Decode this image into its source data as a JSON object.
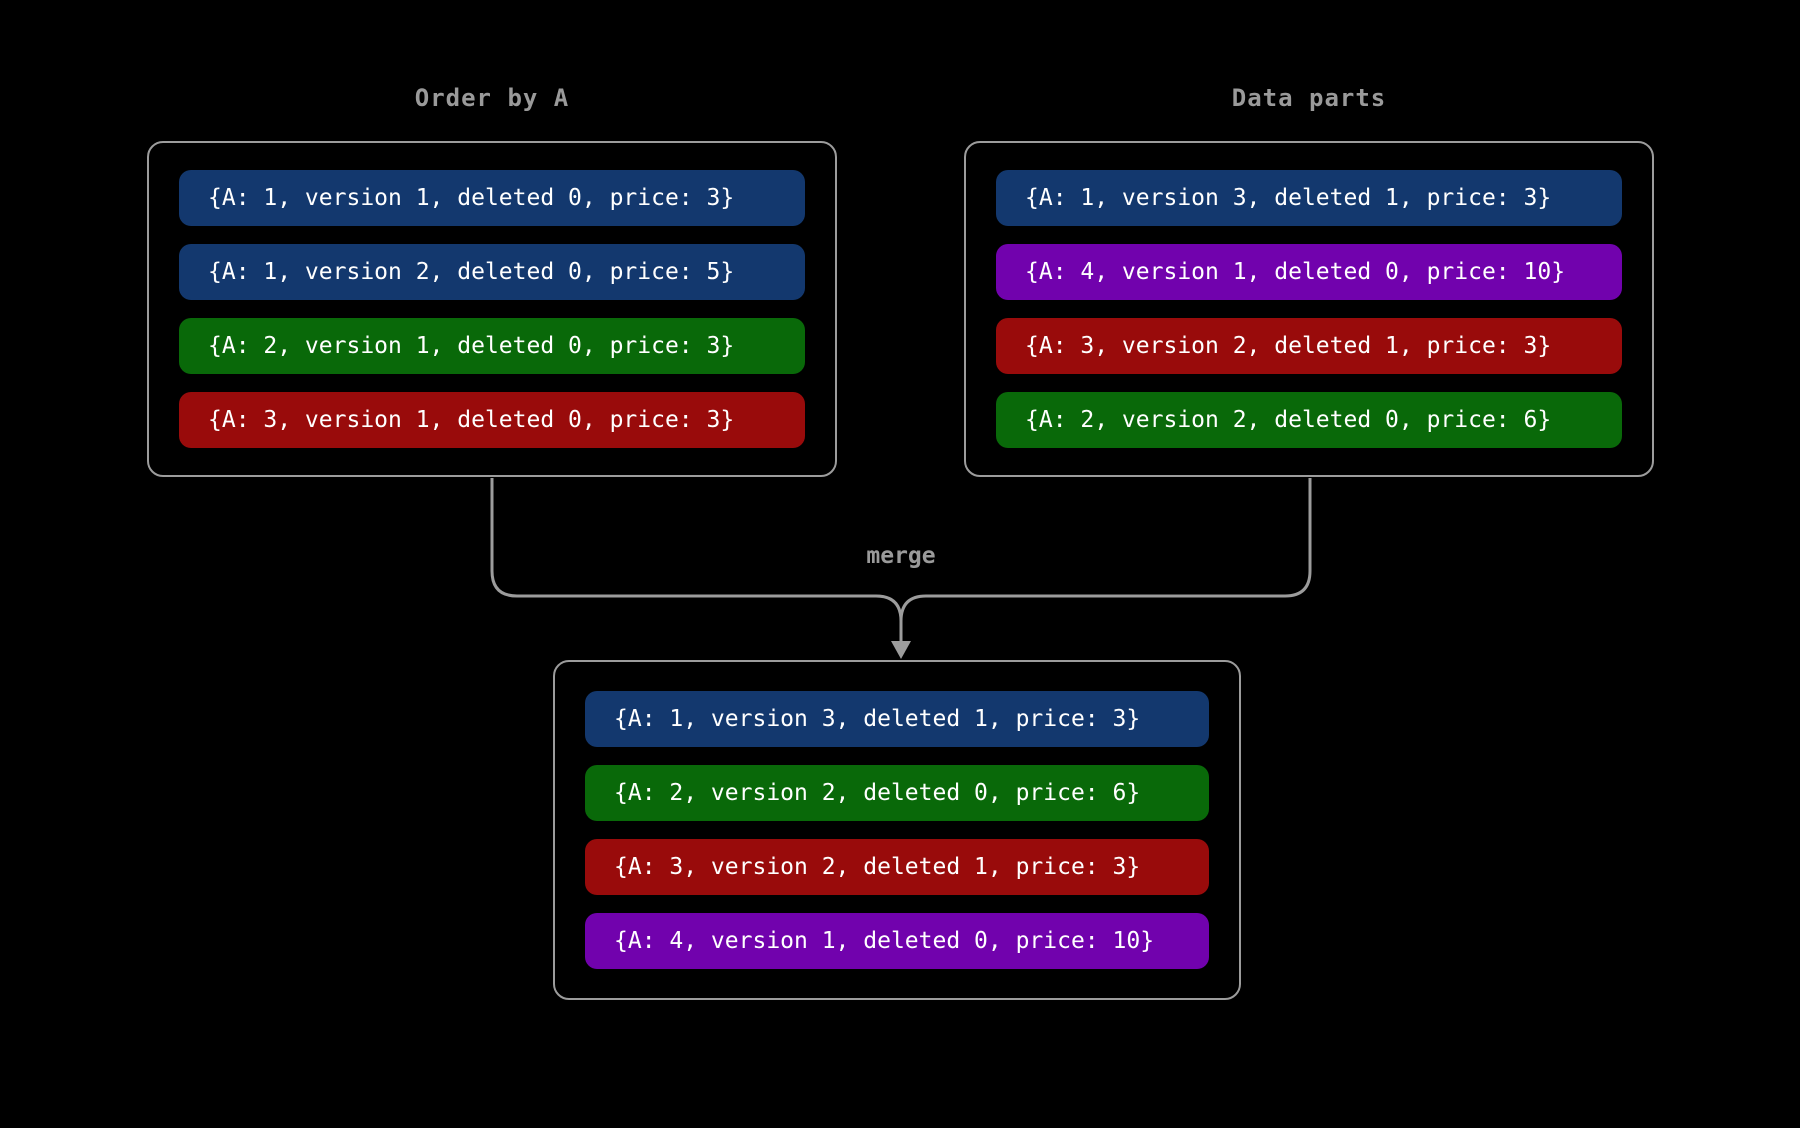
{
  "colors": {
    "background": "#000000",
    "line": "#9C9C9C",
    "label": "#9A9A9A",
    "text": "#FFFFFF",
    "blue": "#13386E",
    "green": "#096909",
    "red": "#990B0B",
    "purple": "#7102AD"
  },
  "merge_label": "merge",
  "groups": [
    {
      "title": "Order by A",
      "rows": [
        {
          "text": "{A: 1, version 1, deleted 0, price: 3}",
          "color": "blue"
        },
        {
          "text": "{A: 1, version 2, deleted 0, price: 5}",
          "color": "blue"
        },
        {
          "text": "{A: 2, version 1, deleted 0, price: 3}",
          "color": "green"
        },
        {
          "text": "{A: 3, version 1, deleted 0, price: 3}",
          "color": "red"
        }
      ]
    },
    {
      "title": "Data parts",
      "rows": [
        {
          "text": "{A: 1, version 3, deleted 1, price: 3}",
          "color": "blue"
        },
        {
          "text": "{A: 4, version 1, deleted 0, price: 10}",
          "color": "purple"
        },
        {
          "text": "{A: 3, version 2, deleted 1, price: 3}",
          "color": "red"
        },
        {
          "text": "{A: 2, version 2, deleted 0, price: 6}",
          "color": "green"
        }
      ]
    },
    {
      "rows": [
        {
          "text": "{A: 1, version 3, deleted 1, price: 3}",
          "color": "blue"
        },
        {
          "text": "{A: 2, version 2, deleted 0, price: 6}",
          "color": "green"
        },
        {
          "text": "{A: 3, version 2, deleted 1, price: 3}",
          "color": "red"
        },
        {
          "text": "{A: 4, version 1, deleted 0, price: 10}",
          "color": "purple"
        }
      ]
    }
  ]
}
